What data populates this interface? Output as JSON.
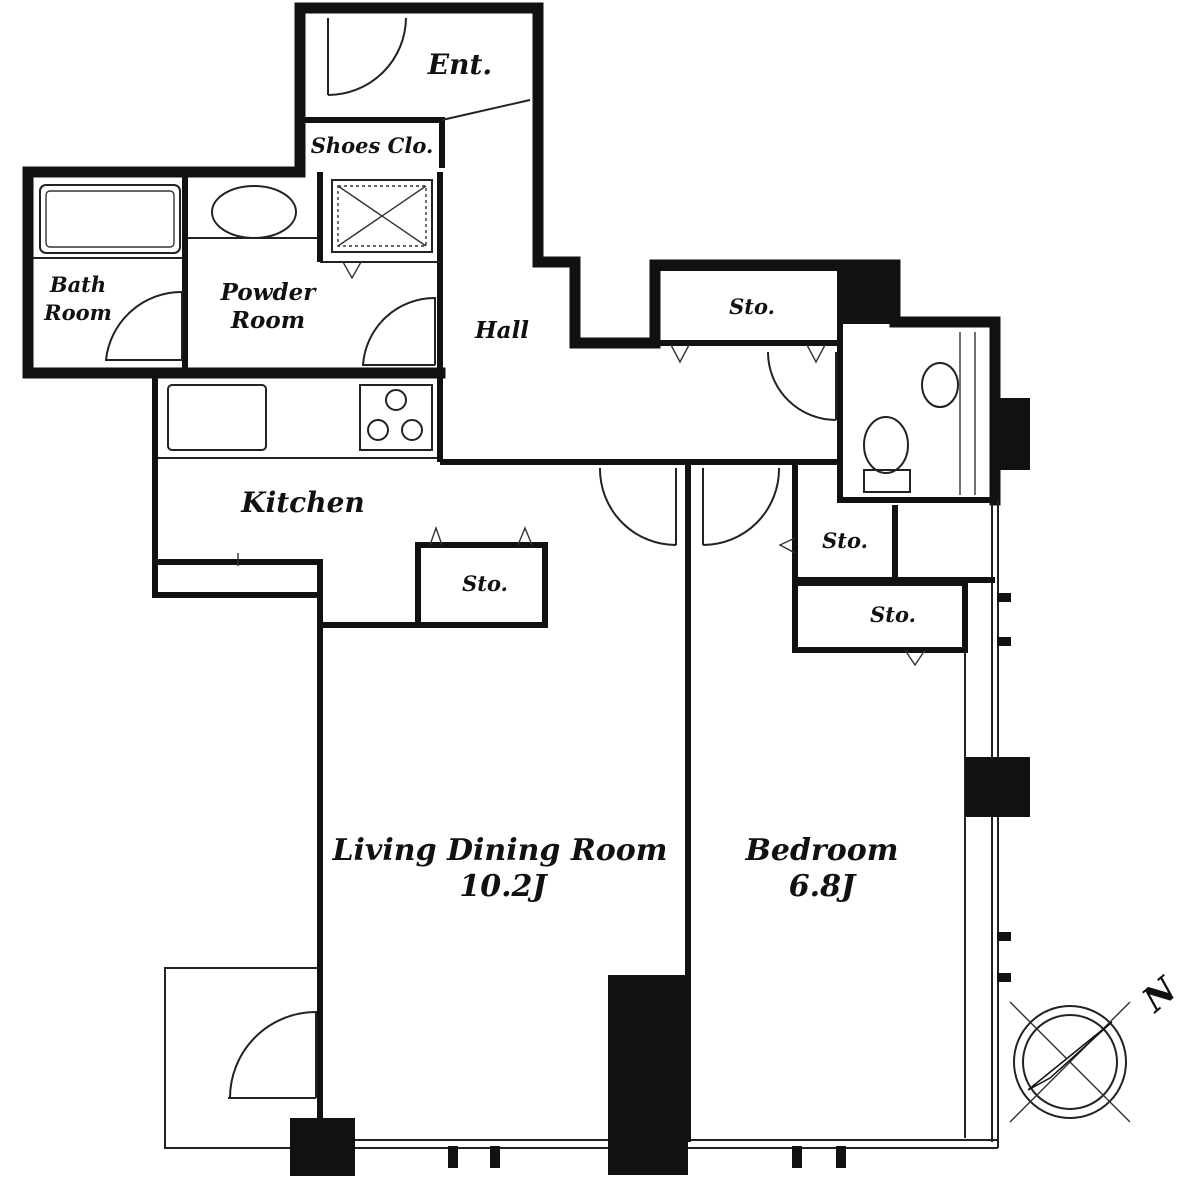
{
  "rooms": {
    "entrance": "Ent.",
    "shoes_closet": "Shoes Clo.",
    "bath_room_line1": "Bath",
    "bath_room_line2": "Room",
    "powder_room_line1": "Powder",
    "powder_room_line2": "Room",
    "hall": "Hall",
    "storage_top": "Sto.",
    "kitchen": "Kitchen",
    "storage_kitchen": "Sto.",
    "storage_right_upper": "Sto.",
    "storage_right_lower": "Sto.",
    "living_dining_name": "Living Dining Room",
    "living_dining_size": "10.2J",
    "bedroom_name": "Bedroom",
    "bedroom_size": "6.8J"
  },
  "compass": {
    "label": "N",
    "icon": "compass-north-arrow-icon"
  }
}
